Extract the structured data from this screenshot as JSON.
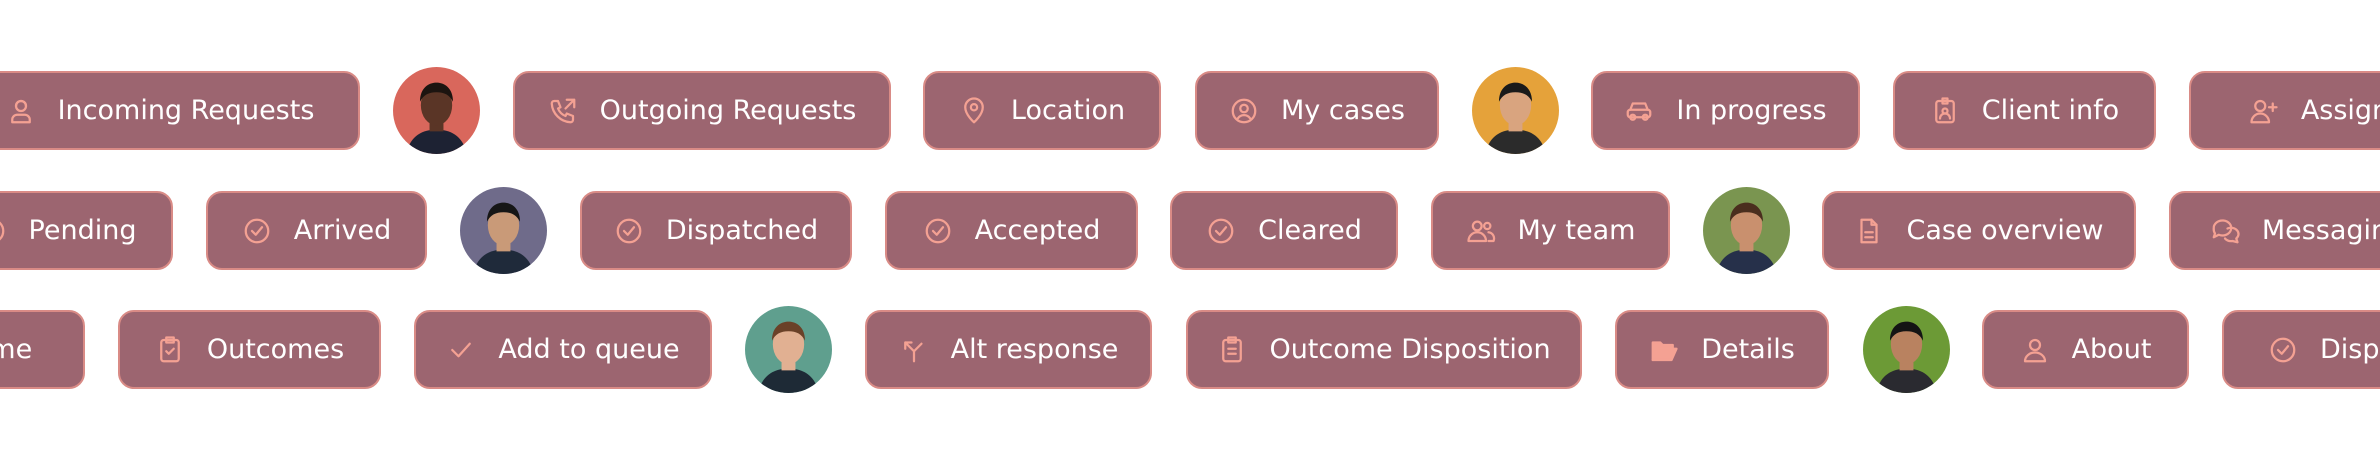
{
  "colors": {
    "pill_bg": "#9c6570",
    "pill_border": "#d98b86",
    "icon": "#f4a193",
    "text": "#ffffff"
  },
  "rows": [
    {
      "items": [
        {
          "type": "pill",
          "label": "Incoming Requests",
          "icon": "headset-person-icon"
        },
        {
          "type": "avatar",
          "bg": "#d9675c",
          "skin": "#5a3526",
          "hair": "#1c1410",
          "shirt": "#1d2233"
        },
        {
          "type": "pill",
          "label": "Outgoing Requests",
          "icon": "phone-outgoing-icon"
        },
        {
          "type": "pill",
          "label": "Location",
          "icon": "map-pin-icon"
        },
        {
          "type": "pill",
          "label": "My cases",
          "icon": "user-circle-icon"
        },
        {
          "type": "avatar",
          "bg": "#e5a23a",
          "skin": "#d9a47f",
          "hair": "#1a1a1a",
          "shirt": "#2b2b2b"
        },
        {
          "type": "pill",
          "label": "In progress",
          "icon": "car-icon"
        },
        {
          "type": "pill",
          "label": "Client info",
          "icon": "id-badge-icon"
        },
        {
          "type": "pill",
          "label": "Assign",
          "icon": "user-plus-icon"
        }
      ]
    },
    {
      "items": [
        {
          "type": "pill",
          "label": "Pending",
          "icon": "clock-icon"
        },
        {
          "type": "pill",
          "label": "Arrived",
          "icon": "check-circle-icon"
        },
        {
          "type": "avatar",
          "bg": "#6f6b8a",
          "skin": "#c99a78",
          "hair": "#161616",
          "shirt": "#1f2a3a"
        },
        {
          "type": "pill",
          "label": "Dispatched",
          "icon": "check-circle-icon"
        },
        {
          "type": "pill",
          "label": "Accepted",
          "icon": "check-circle-icon"
        },
        {
          "type": "pill",
          "label": "Cleared",
          "icon": "check-circle-icon"
        },
        {
          "type": "pill",
          "label": "My team",
          "icon": "users-icon"
        },
        {
          "type": "avatar",
          "bg": "#7a9550",
          "skin": "#c9906e",
          "hair": "#4a2e1e",
          "shirt": "#26304a"
        },
        {
          "type": "pill",
          "label": "Case overview",
          "icon": "document-icon"
        },
        {
          "type": "pill",
          "label": "Messagin",
          "icon": "chat-bubbles-icon"
        }
      ]
    },
    {
      "items": [
        {
          "type": "pill",
          "label": "ame",
          "icon": ""
        },
        {
          "type": "pill",
          "label": "Outcomes",
          "icon": "clipboard-check-icon"
        },
        {
          "type": "pill",
          "label": "Add to queue",
          "icon": "check-icon"
        },
        {
          "type": "avatar",
          "bg": "#5f9f8e",
          "skin": "#e1b092",
          "hair": "#6a4128",
          "shirt": "#1e2a36"
        },
        {
          "type": "pill",
          "label": "Alt response",
          "icon": "split-arrow-icon"
        },
        {
          "type": "pill",
          "label": "Outcome Disposition",
          "icon": "clipboard-list-icon"
        },
        {
          "type": "pill",
          "label": "Details",
          "icon": "folder-open-icon"
        },
        {
          "type": "avatar",
          "bg": "#6c9a36",
          "skin": "#b98260",
          "hair": "#141414",
          "shirt": "#2a2a30"
        },
        {
          "type": "pill",
          "label": "About",
          "icon": "user-icon"
        },
        {
          "type": "pill",
          "label": "Dispa",
          "icon": "check-circle-icon"
        }
      ]
    }
  ]
}
